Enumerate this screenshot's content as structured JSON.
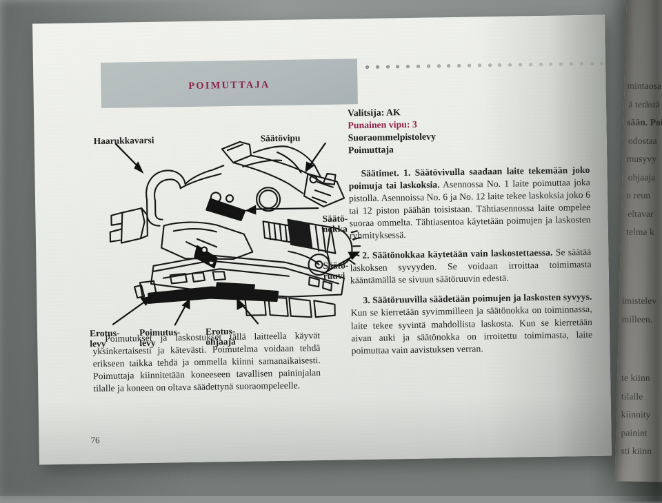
{
  "book": {
    "page_number": "76",
    "language": "fi"
  },
  "title_band": {
    "title": "POIMUTTAJA",
    "title_color": "#8e2348",
    "band_color": "#b4bcbd",
    "dot_count": 28,
    "dot_color": "#9aa0a2"
  },
  "diagram": {
    "caption_labels": [
      {
        "id": "haarukkavarsi",
        "text": "Haarukkavarsi"
      },
      {
        "id": "saatovipu",
        "text": "Säätövipu"
      },
      {
        "id": "saatonokka",
        "text": "Säätö-\nnokka"
      },
      {
        "id": "saatoruuvi",
        "text": "Säätö-\nruuvi"
      },
      {
        "id": "erotuslevy",
        "text": "Erotus-\nlevy"
      },
      {
        "id": "poimutuslevy",
        "text": "Poimutus-\nlevy"
      },
      {
        "id": "erotusohjaaja",
        "text": "Erotus-\nohjaaja"
      }
    ],
    "description": "Line drawing of a sewing machine ruffler attachment"
  },
  "left_column": {
    "paragraph": "Poimutukset ja laskostukset tällä laitteella käyvät yksinkertaisesti ja kätevästi. Poimutelma voidaan tehdä erikseen taikka tehdä ja ommella kiinni samanaikaisesti. Poimuttaja kiinnitetään koneeseen tavallisen paininjalan tilalle ja koneen on oltava säädettynä suoraompeleelle."
  },
  "right_column": {
    "header_lines": [
      {
        "text": "Valitsija: AK",
        "red": false
      },
      {
        "text": "Punainen vipu: 3",
        "red": true
      },
      {
        "text": "Suoraommelpistolevy",
        "red": false
      },
      {
        "text": "Poimuttaja",
        "red": false
      }
    ],
    "paragraphs": [
      {
        "bold_lead": "Säätimet. 1. Säätövivulla saadaan laite tekemään joko poimuja tai laskoksia.",
        "rest": " Asennossa No. 1 laite poimuttaa joka pistolla. Asennoissa No. 6 ja No. 12 laite tekee laskoksia joko 6 tai 12 piston päähän toisistaan. Tähtiasennossa laite ompelee suoraa ommelta. Tähtiasentoa käytetään poimujen ja laskosten ryhmityksessä."
      },
      {
        "bold_lead": "2. Säätönokkaa käytetään vain laskostettaessa.",
        "rest": " Se säätää laskoksen syvyyden. Se voidaan irroittaa toimimasta kääntämällä se sivuun säätöruuvin edestä."
      },
      {
        "bold_lead": "3. Säätöruuvilla säädetään poimujen ja laskosten syvyys.",
        "rest": " Kun se kierretään syvimmilleen ja säätönokka on toiminnassa, laite tekee syvintä mahdollista laskosta. Kun se kierretään aivan auki ja säätönokka on irroitettu toimimasta, laite poimuttaa vain aavistuksen verran."
      }
    ]
  },
  "facing_page": {
    "visible_fragments_top": [
      "mintaosa",
      "ä terästä",
      "sään.  Poi",
      "odostaa",
      "musyvy",
      "ohjaaja",
      "n reun",
      "eltavar",
      "telma k"
    ],
    "visible_fragments_bottom": [
      "imistelev",
      "milleen.",
      "te  kiinn",
      "tilalle",
      "kiinnity",
      "painint",
      "sti kiinn"
    ]
  }
}
